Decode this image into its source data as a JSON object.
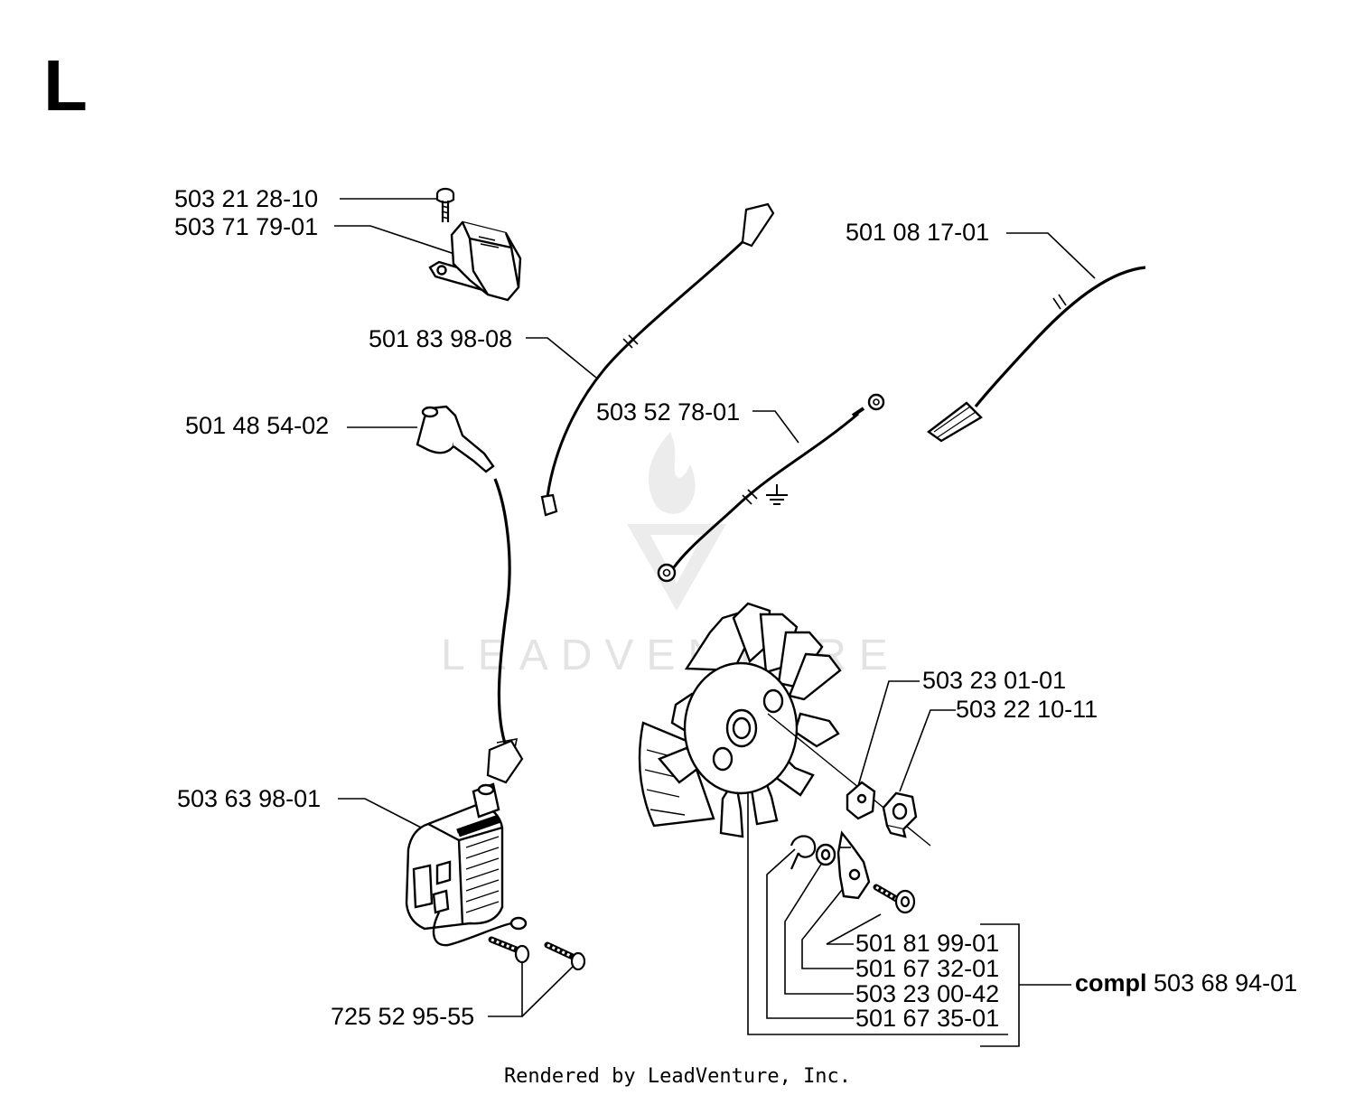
{
  "section_letter": "L",
  "watermark": "LEADVENTURE",
  "footer": "Rendered by LeadVenture, Inc.",
  "parts": {
    "screw_top": "503 21 28-10",
    "switch": "503 71 79-01",
    "wire_lead": "501 83 98-08",
    "spark_cap": "501 48 54-02",
    "ground_wire": "503 52 78-01",
    "fuel_hose": "501 08 17-01",
    "ignition_module": "503 63 98-01",
    "module_screws": "725 52 95-55",
    "washer": "503 23 01-01",
    "nut": "503 22 10-11",
    "pawl_screw": "501 81 99-01",
    "pawl": "501 67 32-01",
    "spring_washer": "503 23 00-42",
    "spring": "501 67 35-01"
  },
  "compl": {
    "prefix": "compl",
    "number": "503 68 94-01"
  }
}
